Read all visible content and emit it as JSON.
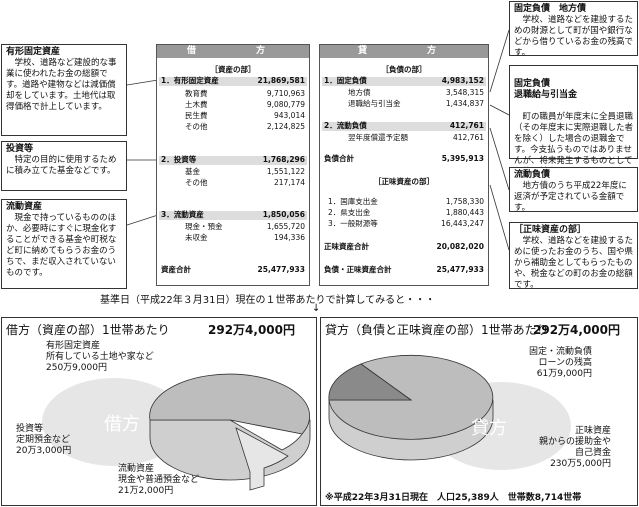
{
  "left_callouts": [
    {
      "title": "有形固定資産",
      "body": "学校、道路など建設的な事業に使われたお金の総額です。道路や建物などは減価償却をしています。土地代は取得価格で計上しています。"
    },
    {
      "title": "投資等",
      "body": "特定の目的に使用するために積み立てた基金などです。"
    },
    {
      "title": "流動資産",
      "body": "現金で持っているもののほか、必要時にすぐに現金化することができる基金や町税など町に納めてもらうお金のうちで、まだ収入されていないものです。"
    }
  ],
  "right_callouts": [
    {
      "title": "固定負債　地方債",
      "body": "学校、道路などを建設するための財源として町が国や銀行などから借りているお金の残高です。"
    },
    {
      "title": "固定負債\n退職給与引当金",
      "body": "町の職員が年度末に全員退職（その年度末に実際退職した者を除く）した場合の退職金です。今支払うものではありませんが、将来発生するものとして負債に計上しています。"
    },
    {
      "title": "流動負債",
      "body": "地方債のうち平成22年度に返済が予定されている金額です。"
    },
    {
      "title": "［正味資産の部］",
      "body": "学校、道路などを建設するために使ったお金のうち、国や県から補助金としてもらったものや、税金などの町のお金の総額です。"
    }
  ],
  "debit": {
    "header": "借　　方",
    "section": "［資産の部］",
    "groups": [
      {
        "label": "1．有形固定資産",
        "value": "21,869,581",
        "items": [
          {
            "label": "教育費",
            "value": "9,710,963"
          },
          {
            "label": "土木費",
            "value": "9,080,779"
          },
          {
            "label": "民生費",
            "value": "943,014"
          },
          {
            "label": "その他",
            "value": "2,124,825"
          }
        ]
      },
      {
        "label": "2．投資等",
        "value": "1,768,296",
        "items": [
          {
            "label": "基金",
            "value": "1,551,122"
          },
          {
            "label": "その他",
            "value": "217,174"
          }
        ]
      },
      {
        "label": "3．流動資産",
        "value": "1,850,056",
        "items": [
          {
            "label": "現金・預金",
            "value": "1,655,720"
          },
          {
            "label": "未収金",
            "value": "194,336"
          }
        ]
      }
    ],
    "total_label": "資産合計",
    "total_value": "25,477,933"
  },
  "credit": {
    "header": "貸　　方",
    "section1": "［負債の部］",
    "g1": {
      "label": "1．固定負債",
      "value": "4,983,152",
      "items": [
        {
          "label": "地方債",
          "value": "3,548,315"
        },
        {
          "label": "退職給与引当金",
          "value": "1,434,837"
        }
      ]
    },
    "g2": {
      "label": "2．流動負債",
      "value": "412,761",
      "items": [
        {
          "label": "翌年度償還予定額",
          "value": "412,761"
        }
      ]
    },
    "debt_total_label": "負債合計",
    "debt_total_value": "5,395,913",
    "section2": "［正味資産の部］",
    "equity_items": [
      {
        "label": "1．国庫支出金",
        "value": "1,758,330"
      },
      {
        "label": "2．県支出金",
        "value": "1,880,443"
      },
      {
        "label": "3．一般財源等",
        "value": "16,443,247"
      }
    ],
    "equity_total_label": "正味資産合計",
    "equity_total_value": "20,082,020",
    "grand_total_label": "負債・正味資産合計",
    "grand_total_value": "25,477,933"
  },
  "base_note": "基準日（平成22年３月31日）現在の１世帯あたりで計算してみると・・・",
  "arrow": "↓",
  "left_chart": {
    "title": "借方（資産の部）1世帯あたり",
    "amount": "292万4,000円",
    "center_label": "借方",
    "labels": [
      {
        "line1": "有形固定資産",
        "line2": "所有している土地や家など",
        "line3": "250万9,000円"
      },
      {
        "line1": "投資等",
        "line2": "定期預金など",
        "line3": "20万3,000円"
      },
      {
        "line1": "流動資産",
        "line2": "現金や普通預金など",
        "line3": "21万2,000円"
      }
    ]
  },
  "right_chart": {
    "title": "貸方（負債と正味資産の部）1世帯あたり",
    "amount": "292万4,000円",
    "center_label": "貸方",
    "labels": [
      {
        "line1": "固定・流動負債",
        "line2": "ローンの残高",
        "line3": "61万9,000円"
      },
      {
        "line1": "正味資産",
        "line2": "親からの援助金や",
        "line3": "自己資金",
        "line4": "230万5,000円"
      }
    ]
  },
  "footer": "※平成22年3月31日現在　人口25,389人　世帯数8,714世帯",
  "chart_data": [
    {
      "type": "pie",
      "title": "借方（資産の部）1世帯あたり",
      "categories": [
        "有形固定資産",
        "投資等",
        "流動資産"
      ],
      "values": [
        2509000,
        203000,
        212000
      ]
    },
    {
      "type": "pie",
      "title": "貸方（負債と正味資産の部）1世帯あたり",
      "categories": [
        "固定・流動負債",
        "正味資産"
      ],
      "values": [
        619000,
        2305000
      ]
    }
  ]
}
